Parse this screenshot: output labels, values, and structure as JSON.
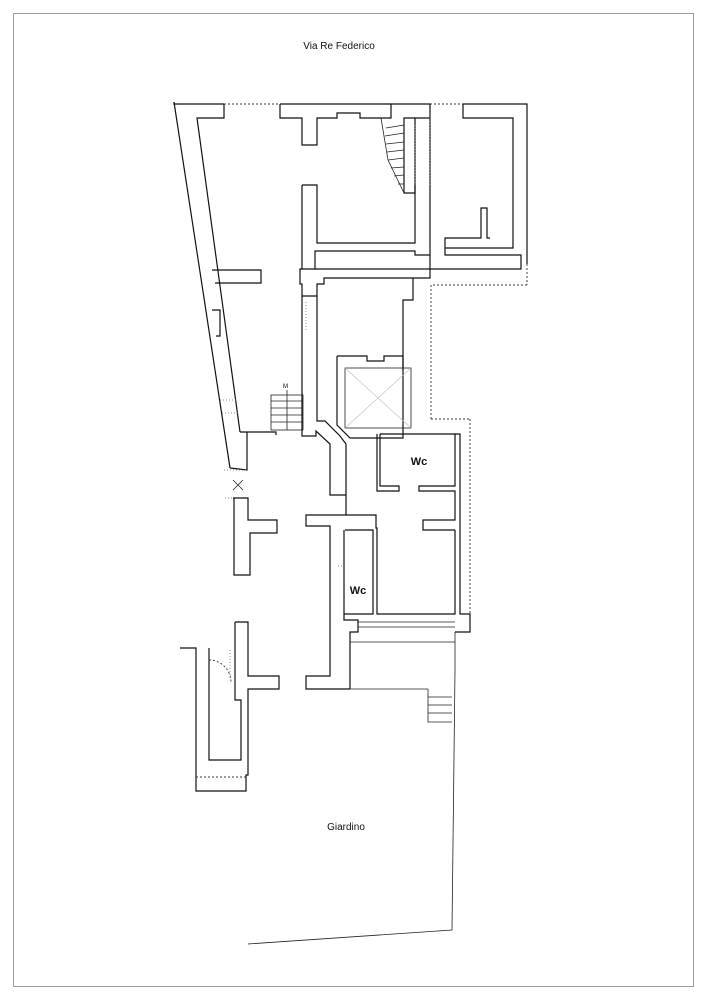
{
  "plan": {
    "street_label": "Via Re Federico",
    "garden_label": "Giardino",
    "rooms": [
      {
        "label": "Wc"
      },
      {
        "label": "Wc"
      }
    ],
    "stair_marker": "M"
  },
  "colors": {
    "wall": "#111111",
    "border": "#9a9a9a",
    "background": "#ffffff"
  }
}
